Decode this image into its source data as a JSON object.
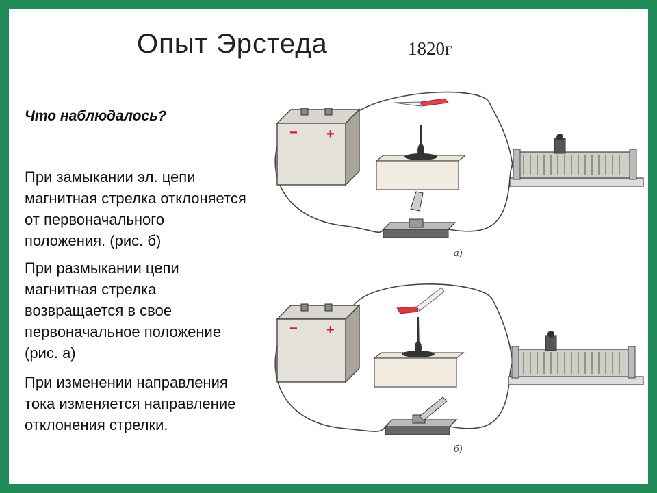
{
  "title": "Опыт Эрстеда",
  "year": "1820г",
  "question": "Что наблюдалось?",
  "paragraphs": [
    [
      "При замыкании эл. цепи",
      "магнитная стрелка отклоняется",
      "от первоначального",
      "положения. (рис. б)"
    ],
    [
      "При размыкании цепи",
      "магнитная стрелка",
      "возвращается в свое",
      "первоначальное положение",
      "(рис. а)"
    ],
    [
      "При изменении направления",
      "тока изменяется направление",
      "отклонения стрелки."
    ]
  ],
  "figures": {
    "a_label": "а)",
    "b_label": "б)",
    "battery_minus": "−",
    "battery_plus": "+"
  }
}
